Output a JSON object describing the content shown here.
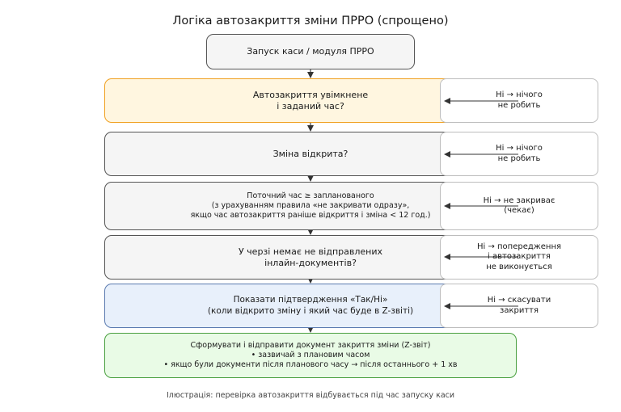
{
  "title": "Логіка автозакриття зміни ПРРО (спрощено)",
  "start_box": "Запуск каси / модуля ПРРО",
  "steps": [
    {
      "lines": [
        "Автозакриття увімкнене",
        "і заданий час?"
      ],
      "no": [
        "Ні → нічого",
        "не робить"
      ]
    },
    {
      "lines": [
        "Зміна відкрита?"
      ],
      "no": [
        "Ні → нічого",
        "не робить"
      ]
    },
    {
      "lines": [
        "Поточний час ≥ запланованого",
        "(з урахуванням правила «не закривати одразу»,",
        "якщо час автозакриття раніше відкриття і зміна < 12 год.)"
      ],
      "no": [
        "Ні → не закриває",
        "(чекає)"
      ]
    },
    {
      "lines": [
        "У черзі немає не відправлених",
        "інлайн-документів?"
      ],
      "no": [
        "Ні → попередження",
        "і автозакриття",
        "не виконується"
      ]
    },
    {
      "lines": [
        "Показати підтвердження «Так/Ні»",
        "(коли відкрито зміну і який час буде в Z-звіті)"
      ],
      "no": [
        "Ні → скасувати",
        "закриття"
      ]
    }
  ],
  "final_box": [
    "Сформувати і відправити документ закриття зміни (Z-звіт)",
    "• зазвичай з плановим часом",
    "• якщо були документи після планового часу → після останнього + 1 хв"
  ],
  "caption": "Ілюстрація: перевірка автозакриття відбувається під час запуску каси"
}
